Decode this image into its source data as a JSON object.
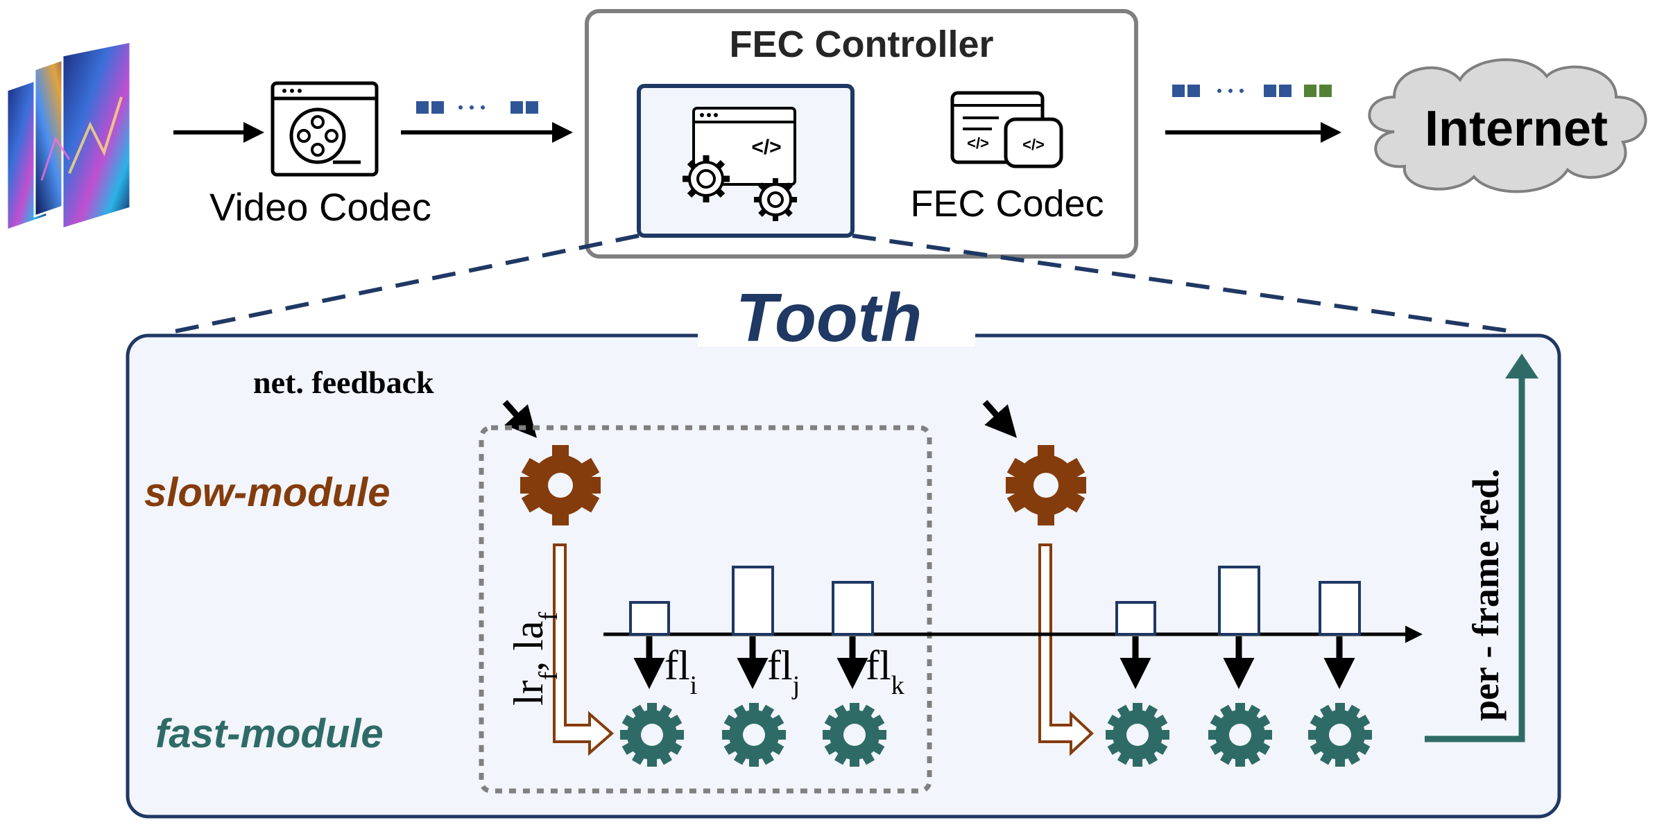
{
  "top": {
    "video_codec_label": "Video Codec",
    "fec_controller_title": "FEC Controller",
    "fec_codec_label": "FEC Codec",
    "internet_label": "Internet"
  },
  "tooth": {
    "title": "Tooth",
    "net_feedback": "net.  feedback",
    "slow_module": "slow-module",
    "fast_module": "fast-module",
    "lr_main": "lr",
    "lr_sub": "f",
    "la_main": ", la",
    "la_sub": "f",
    "fl_i_main": "fl",
    "fl_i_sub": "i",
    "fl_j_main": "fl",
    "fl_j_sub": "j",
    "fl_k_main": "fl",
    "fl_k_sub": "k",
    "per_frame_red": "per - frame  red."
  },
  "colors": {
    "navy": "#1f3864",
    "blue_packet": "#2f5597",
    "green_packet": "#548235",
    "slow_brown": "#843c0c",
    "fast_teal": "#2f6b66",
    "panel_fill": "#f2f5fb",
    "controller_border": "#7f7f7f"
  }
}
